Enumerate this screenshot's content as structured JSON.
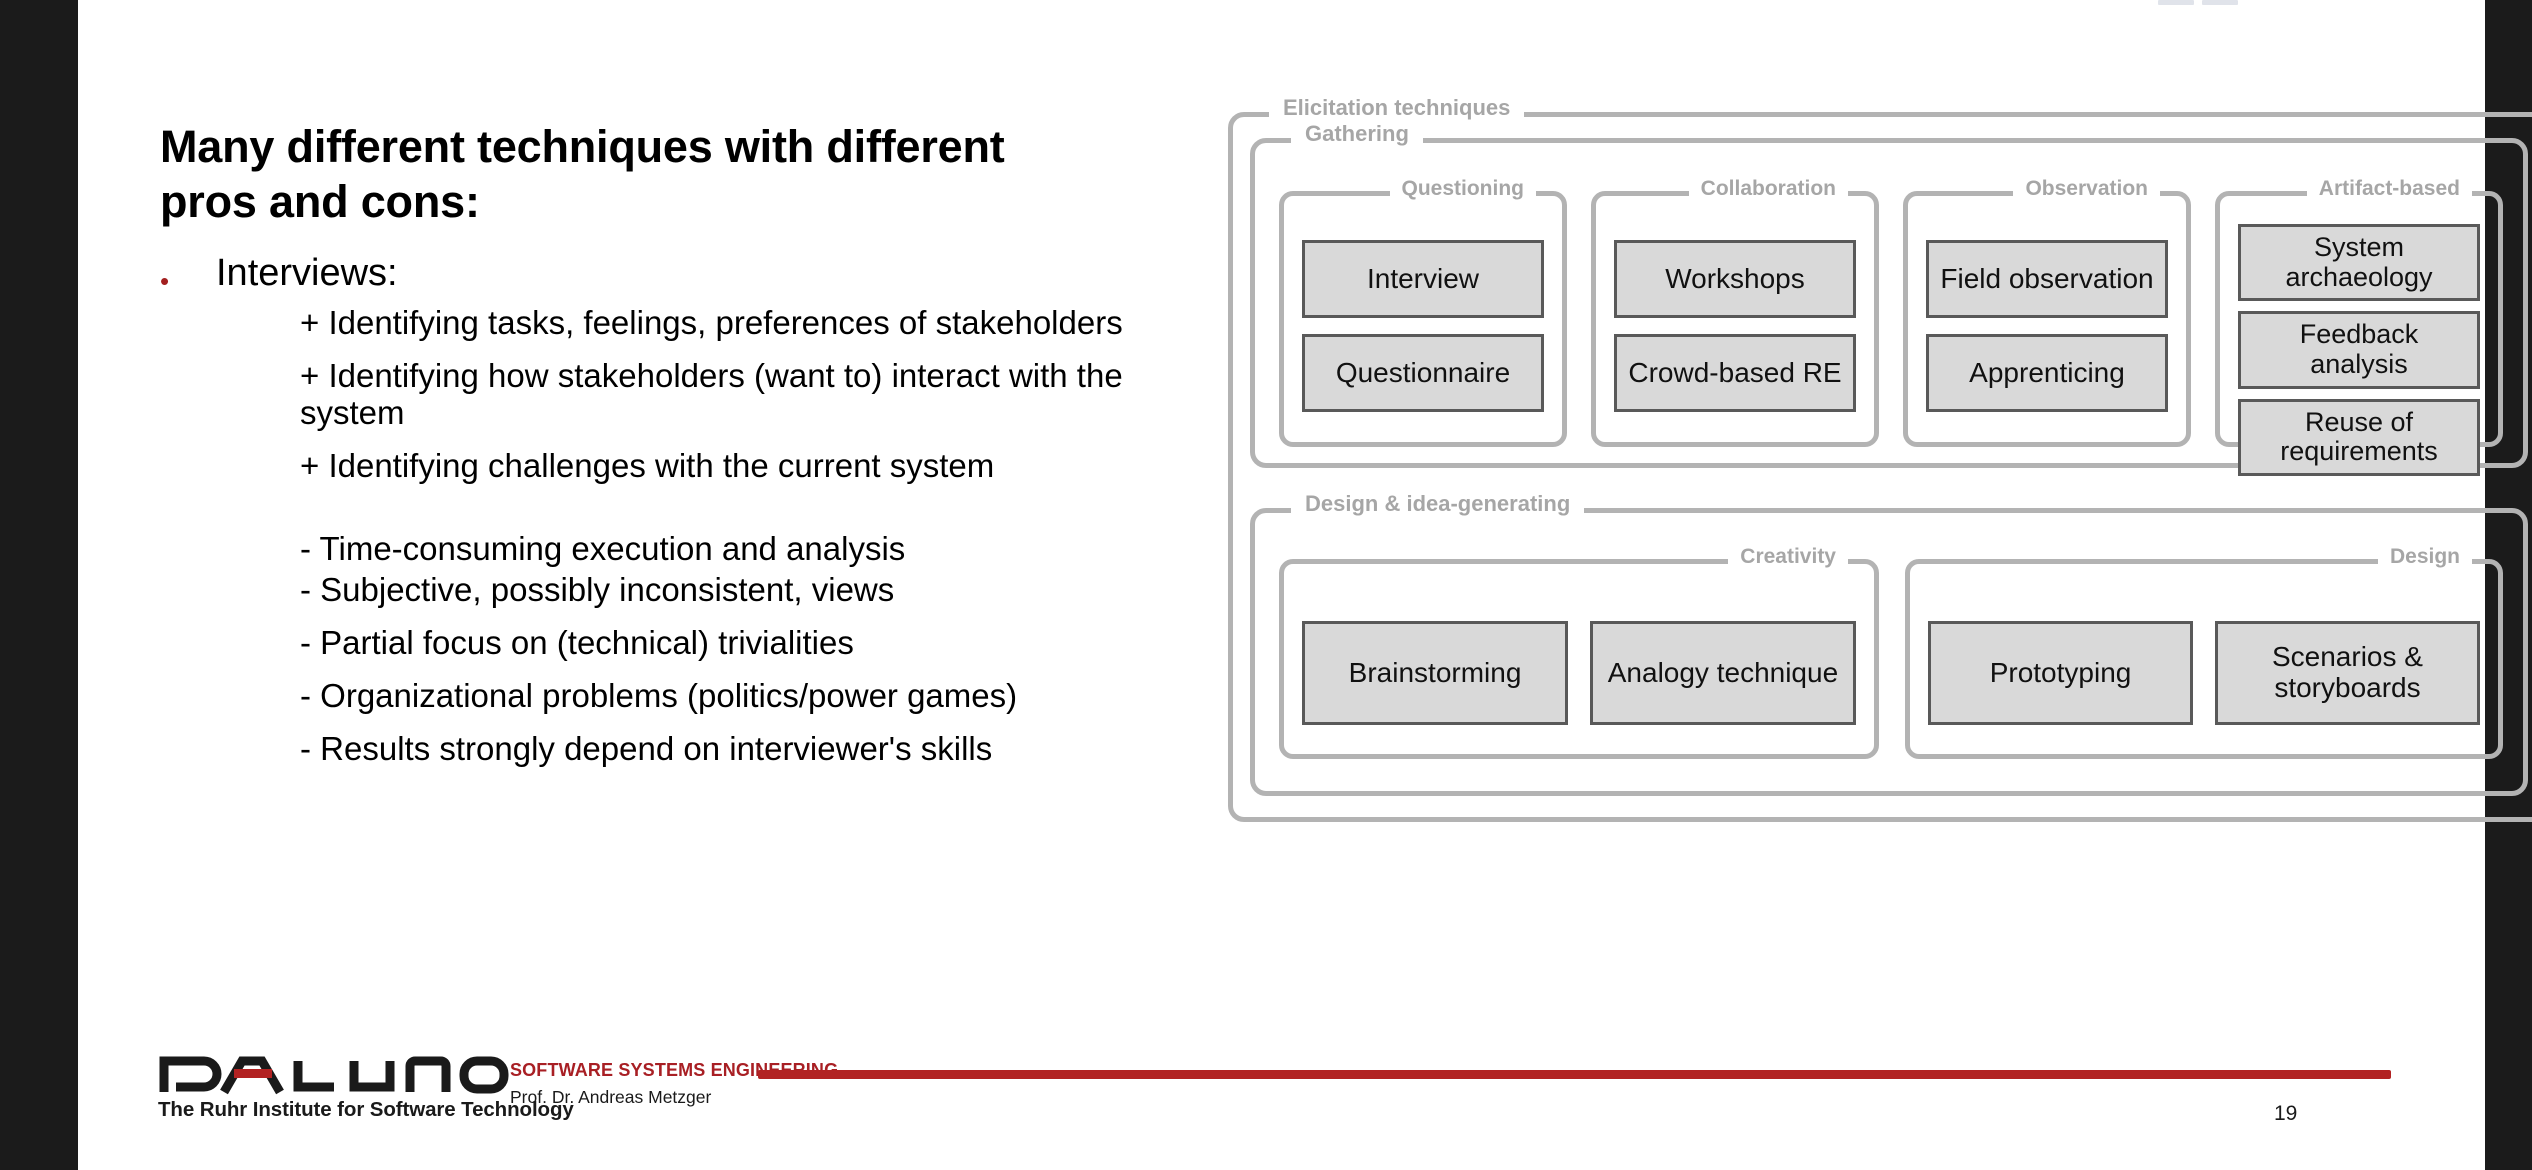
{
  "slide": {
    "title": "Many different techniques with different pros and cons:",
    "page_number": "19"
  },
  "content": {
    "bullet": {
      "marker": "•",
      "label": "Interviews:"
    },
    "pros": [
      "+ Identifying tasks, feelings, preferences of stakeholders",
      "+ Identifying how stakeholders (want to) interact with the system",
      "+ Identifying challenges with the current system"
    ],
    "cons": [
      "- Time-consuming execution and analysis",
      "- Subjective, possibly inconsistent, views",
      "- Partial focus on (technical) trivialities",
      "- Organizational problems (politics/power games)",
      "- Results strongly depend on interviewer's skills"
    ]
  },
  "diagram": {
    "outer_label": "Elicitation techniques",
    "groups": [
      {
        "label": "Gathering",
        "categories": [
          {
            "label": "Questioning",
            "items": [
              "Interview",
              "Questionnaire"
            ]
          },
          {
            "label": "Collaboration",
            "items": [
              "Workshops",
              "Crowd-based RE"
            ]
          },
          {
            "label": "Observation",
            "items": [
              "Field observation",
              "Apprenticing"
            ]
          },
          {
            "label": "Artifact-based",
            "items": [
              "System archaeology",
              "Feedback analysis",
              "Reuse of requirements"
            ]
          }
        ]
      },
      {
        "label": "Design & idea-generating",
        "categories": [
          {
            "label": "Creativity",
            "items": [
              "Brainstorming",
              "Analogy technique"
            ]
          },
          {
            "label": "Design",
            "items": [
              "Prototyping",
              "Scenarios & storyboards"
            ]
          }
        ]
      }
    ]
  },
  "footer": {
    "logo_wordmark": "PALUNO",
    "logo_tagline": "The Ruhr Institute for Software Technology",
    "dept_title": "SOFTWARE SYSTEMS ENGINEERING",
    "dept_person": "Prof. Dr. Andreas Metzger"
  },
  "colors": {
    "accent_red": "#b22222",
    "bullet_red": "#a32020",
    "dept_red": "#a81f24",
    "frame_gray": "#b3b3b3",
    "label_gray": "#a6a6a6",
    "box_fill": "#d9d9d9",
    "box_border": "#595959"
  }
}
